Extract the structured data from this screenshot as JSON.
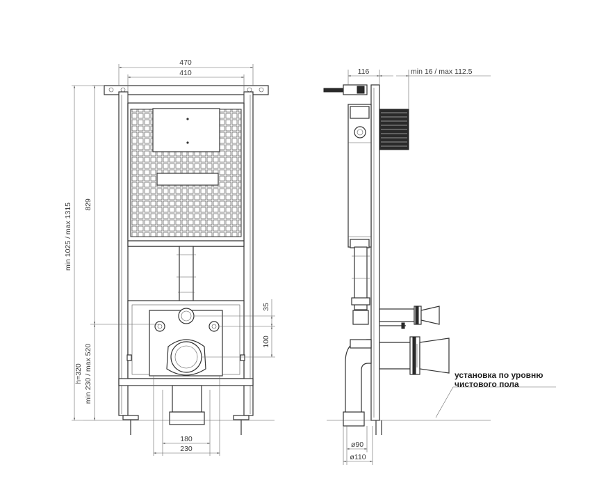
{
  "front_view": {
    "dims": {
      "total_width": "470",
      "frame_width": "410",
      "height_range": "min 1025 / max 1315",
      "tank_height": "829",
      "pipe_offset_35": "35",
      "pipe_offset_100": "100",
      "floor_height": "h=320",
      "floor_range": "min 230 / max 520",
      "foot_inner": "180",
      "foot_outer": "230"
    }
  },
  "side_view": {
    "dims": {
      "depth": "116",
      "wall_range": "min 16 / max 112.5",
      "pipe_90": "ø90",
      "pipe_110": "ø110"
    },
    "note_line1": "установка по уровню",
    "note_line2": "чистового пола"
  }
}
